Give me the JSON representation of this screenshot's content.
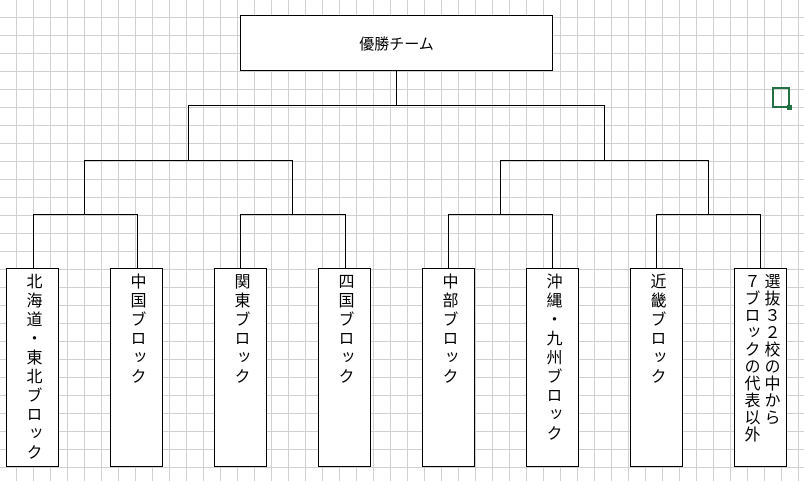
{
  "champion": "優勝チーム",
  "teams": [
    "北海道・東北ブロック",
    "中国ブロック",
    "関東ブロック",
    "四国ブロック",
    "中部ブロック",
    "沖縄・九州ブロック",
    "近畿ブロック"
  ],
  "wildcard": {
    "line1": "選抜３２校の中から",
    "line2": "７ブロックの代表以外"
  },
  "accent_color": "#217346"
}
